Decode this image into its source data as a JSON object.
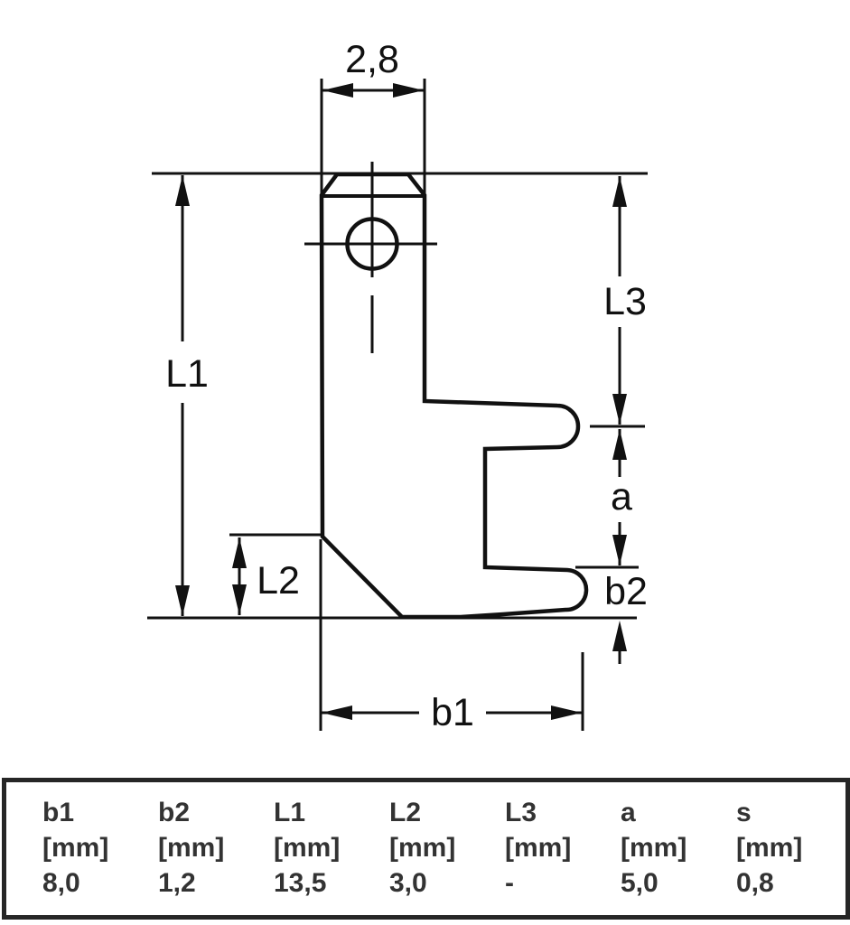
{
  "drawing": {
    "labels": {
      "tab_width": "2,8",
      "overall_length": "L1",
      "bend_length": "L2",
      "upper_length": "L3",
      "barb_spacing": "a",
      "pin_width": "b1",
      "pin_thickness": "b2"
    }
  },
  "table": {
    "columns": [
      {
        "name": "b1",
        "unit": "[mm]",
        "value": "8,0"
      },
      {
        "name": "b2",
        "unit": "[mm]",
        "value": "1,2"
      },
      {
        "name": "L1",
        "unit": "[mm]",
        "value": "13,5"
      },
      {
        "name": "L2",
        "unit": "[mm]",
        "value": "3,0"
      },
      {
        "name": "L3",
        "unit": "[mm]",
        "value": "-"
      },
      {
        "name": "a",
        "unit": "[mm]",
        "value": "5,0"
      },
      {
        "name": "s",
        "unit": "[mm]",
        "value": "0,8"
      }
    ]
  },
  "colors": {
    "line": "#111111",
    "table_text": "#333333",
    "table_border": "#262626",
    "background": "#ffffff"
  }
}
